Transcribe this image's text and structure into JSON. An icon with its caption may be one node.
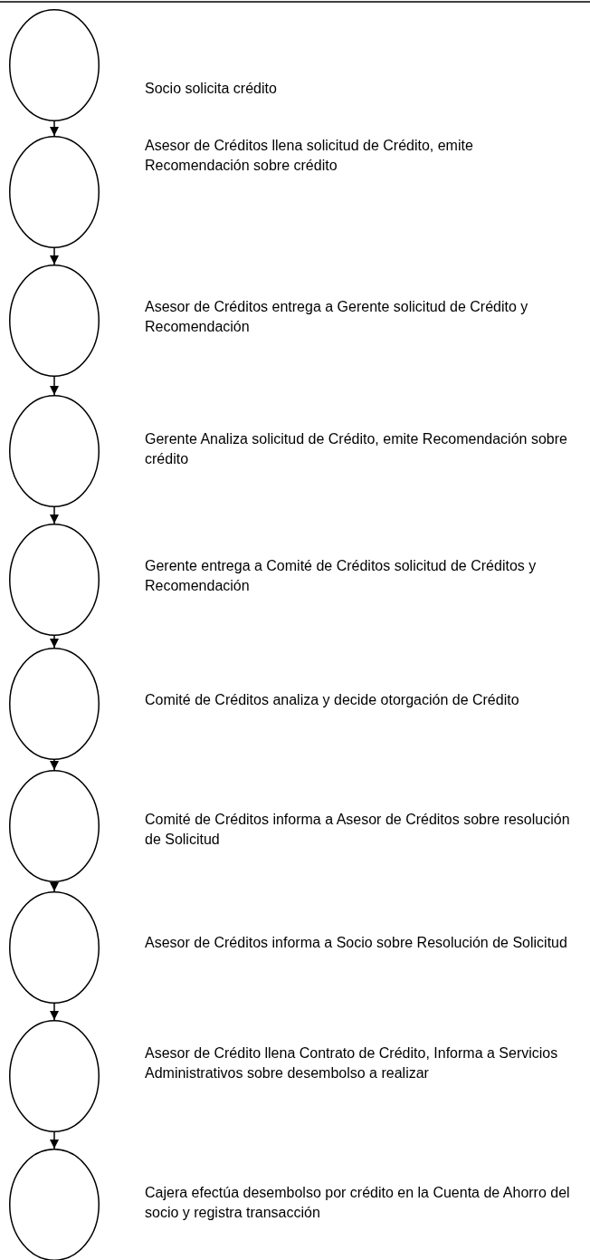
{
  "diagram": {
    "nodes": [
      {
        "text": [],
        "shape": "circle",
        "beside": [
          "Socio solicita crédito"
        ]
      },
      {
        "text": [],
        "shape": "circle",
        "beside": [
          "Asesor de Créditos llena solicitud de Crédito, emite Recomendación sobre crédito"
        ]
      },
      {
        "text": [],
        "shape": "circle",
        "beside": [
          "Asesor de Créditos entrega a Gerente solicitud de Crédito y Recomendación"
        ]
      },
      {
        "text": [],
        "shape": "circle",
        "beside": [
          "Gerente Analiza solicitud de Crédito, emite Recomendación sobre crédito"
        ]
      },
      {
        "text": [],
        "shape": "circle",
        "beside": [
          "Gerente entrega a Comité de Créditos solicitud de Créditos y Recomendación"
        ]
      },
      {
        "text": [],
        "shape": "circle",
        "beside": [
          "Comité de Créditos analiza y decide otorgación de Crédito"
        ]
      },
      {
        "text": [],
        "shape": "circle",
        "beside": [
          "Comité de Créditos informa a Asesor de Créditos sobre resolución de Solicitud"
        ]
      },
      {
        "text": [],
        "shape": "circle",
        "beside": [
          "Asesor de Créditos informa a Socio sobre Resolución de Solicitud"
        ]
      },
      {
        "text": [],
        "shape": "circle",
        "beside": [
          "Asesor de Crédito llena Contrato de Crédito, Informa a Servicios Administrativos sobre desembolso a realizar"
        ]
      },
      {
        "text": [],
        "shape": "circle",
        "beside": [
          "Cajera efectúa desembolso por crédito en la Cuenta de Ahorro del socio y registra transacción"
        ]
      }
    ],
    "edges": [
      {
        "from": 0,
        "to": 1,
        "arrow": "to"
      },
      {
        "from": 1,
        "to": 2,
        "arrow": "to"
      },
      {
        "from": 2,
        "to": 3,
        "arrow": "to"
      },
      {
        "from": 3,
        "to": 4,
        "arrow": "to"
      },
      {
        "from": 4,
        "to": 5,
        "arrow": "to"
      },
      {
        "from": 5,
        "to": 6,
        "arrow": "to"
      },
      {
        "from": 6,
        "to": 7,
        "arrow": "to"
      },
      {
        "from": 7,
        "to": 8,
        "arrow": "to"
      },
      {
        "from": 8,
        "to": 9,
        "arrow": "to"
      }
    ]
  }
}
